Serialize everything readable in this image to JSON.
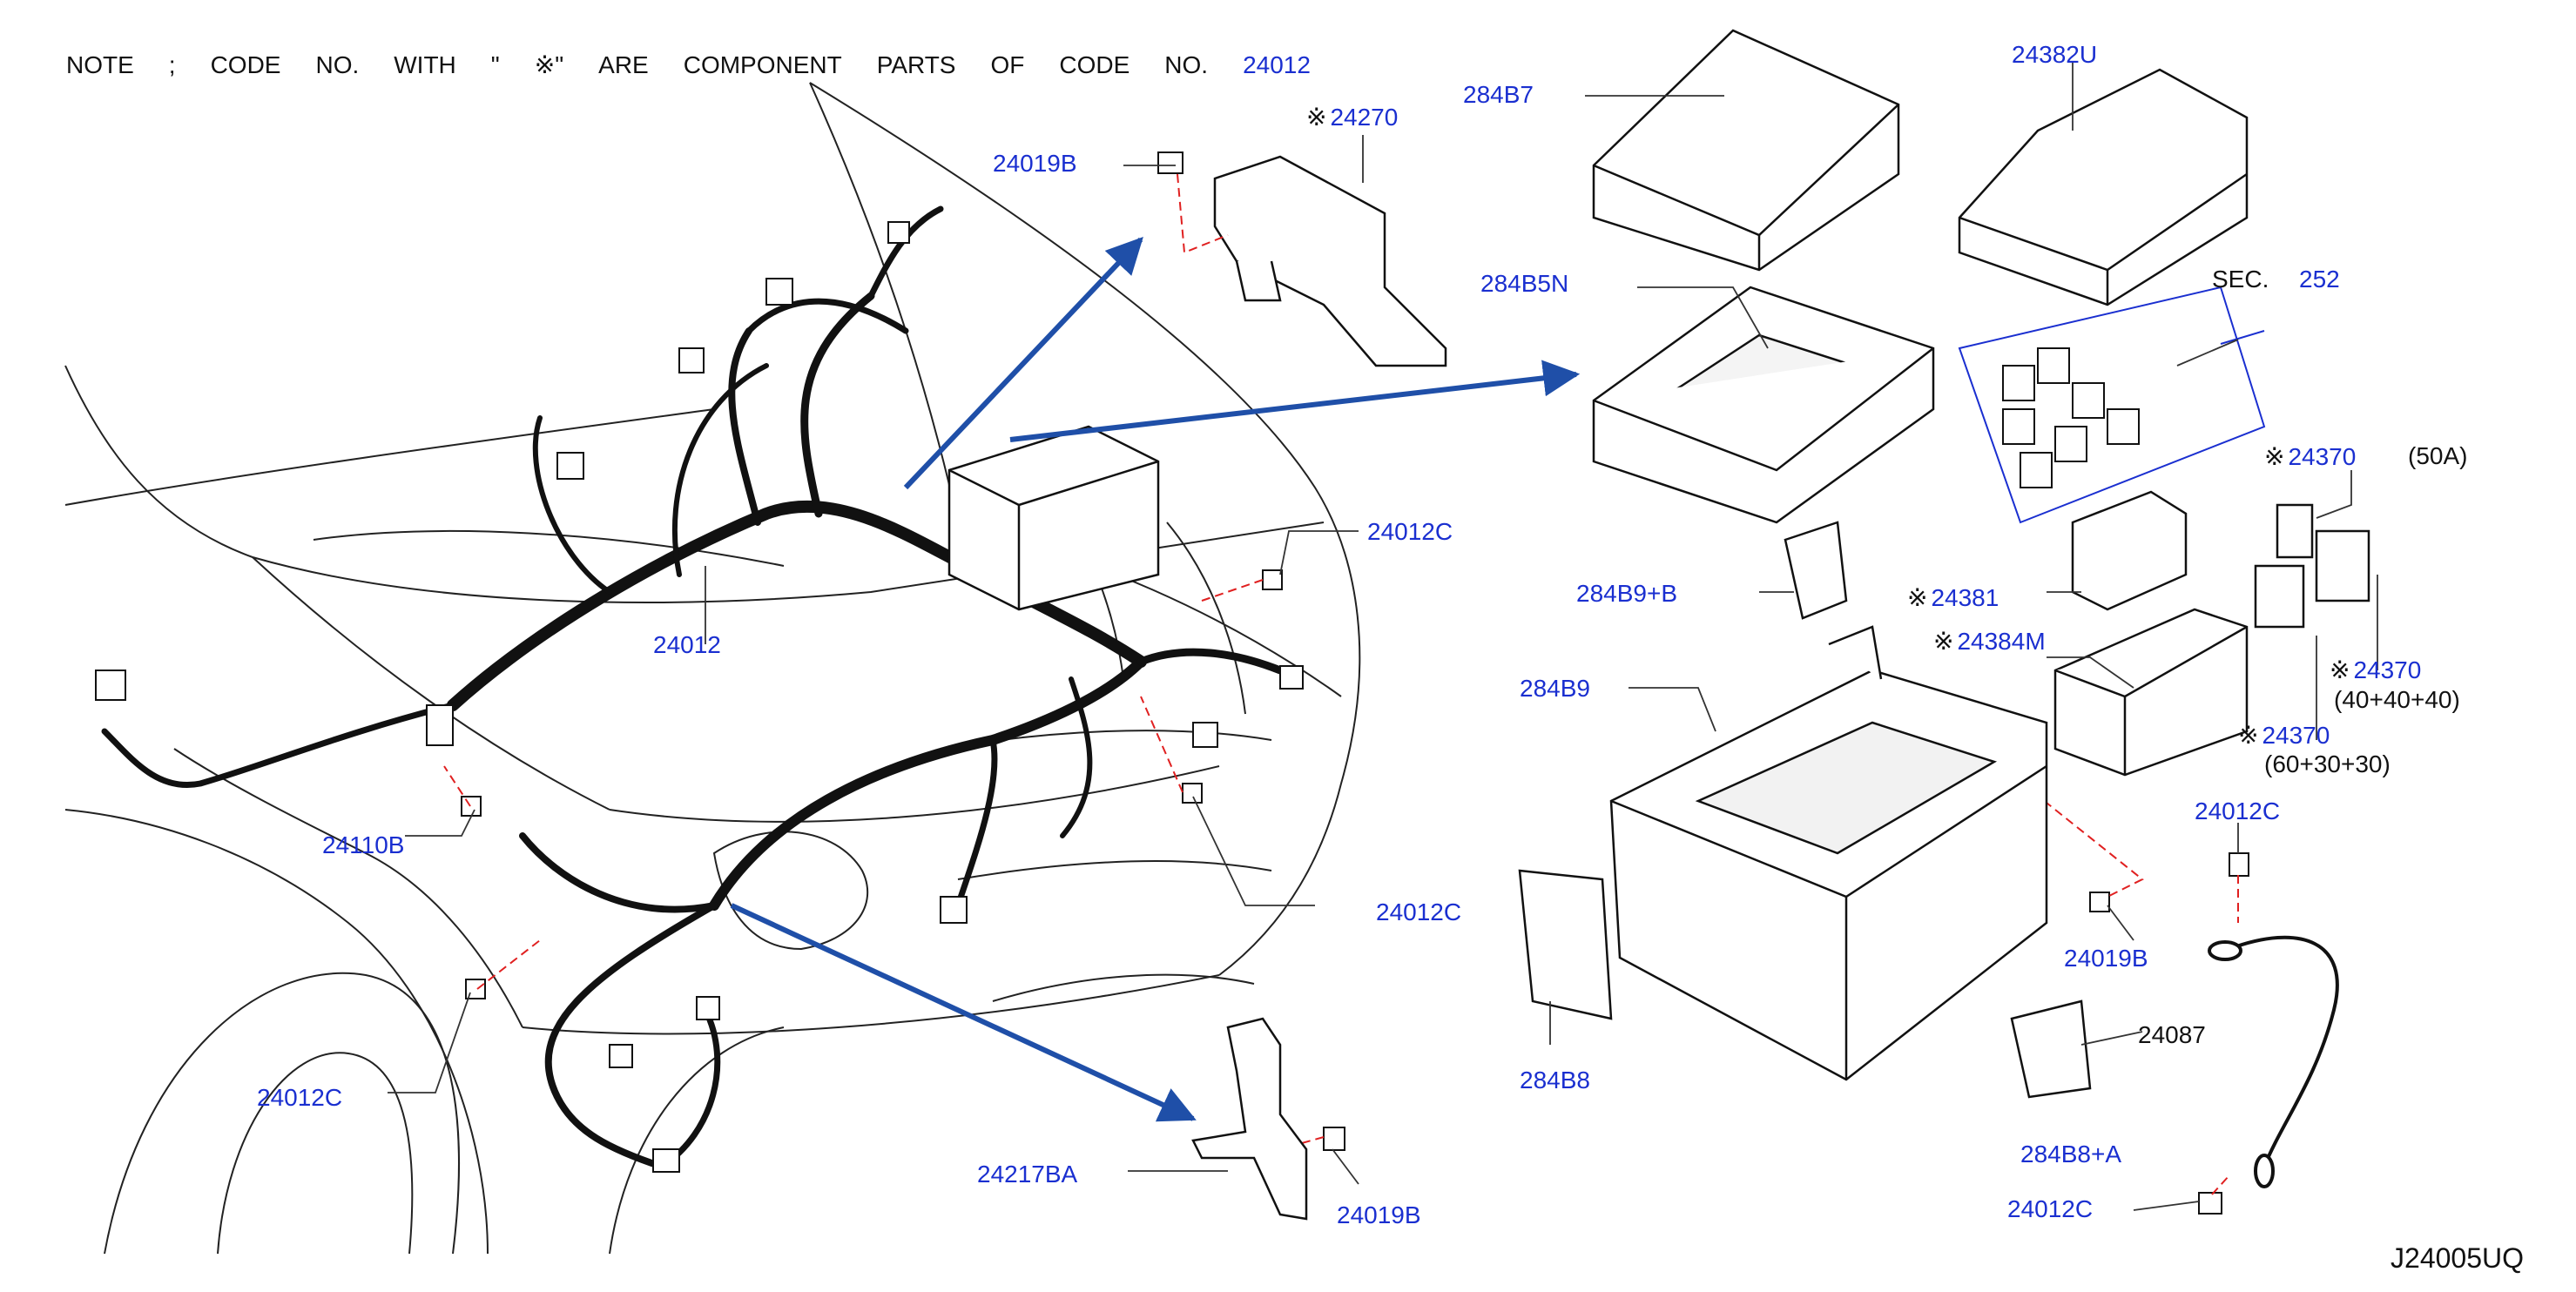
{
  "note": {
    "words": [
      "NOTE",
      ";",
      "CODE",
      "NO.",
      "WITH",
      "\"",
      "※\"",
      "ARE",
      "COMPONENT",
      "PARTS",
      "OF",
      "CODE",
      "NO."
    ],
    "code": "24012"
  },
  "asterisk": "※",
  "labels": {
    "l_24270": "24270",
    "l_24019B_a": "24019B",
    "l_284B7": "284B7",
    "l_24382U": "24382U",
    "l_sec": "SEC.",
    "l_252": "252",
    "l_284B5N": "284B5N",
    "l_24370_a": "24370",
    "l_50A": "(50A)",
    "l_24012C_a": "24012C",
    "l_284B9B": "284B9+B",
    "l_24381": "24381",
    "l_24384M": "24384M",
    "l_24012_main": "24012",
    "l_284B9": "284B9",
    "l_24370_b": "24370",
    "l_404040": "(40+40+40)",
    "l_24370_c": "24370",
    "l_603030": "(60+30+30)",
    "l_24110B": "24110B",
    "l_24012C_b": "24012C",
    "l_24012C_c": "24012C",
    "l_284B8": "284B8",
    "l_24019B_b": "24019B",
    "l_24087": "24087",
    "l_24012C_d": "24012C",
    "l_24217BA": "24217BA",
    "l_24019B_c": "24019B",
    "l_284B8A": "284B8+A",
    "l_24012C_e": "24012C"
  },
  "diagram_ref": "J24005UQ",
  "colors": {
    "label": "#1a2fd0",
    "line": "#111111",
    "arrow": "#1f4fa8",
    "dash": "#e02020"
  }
}
